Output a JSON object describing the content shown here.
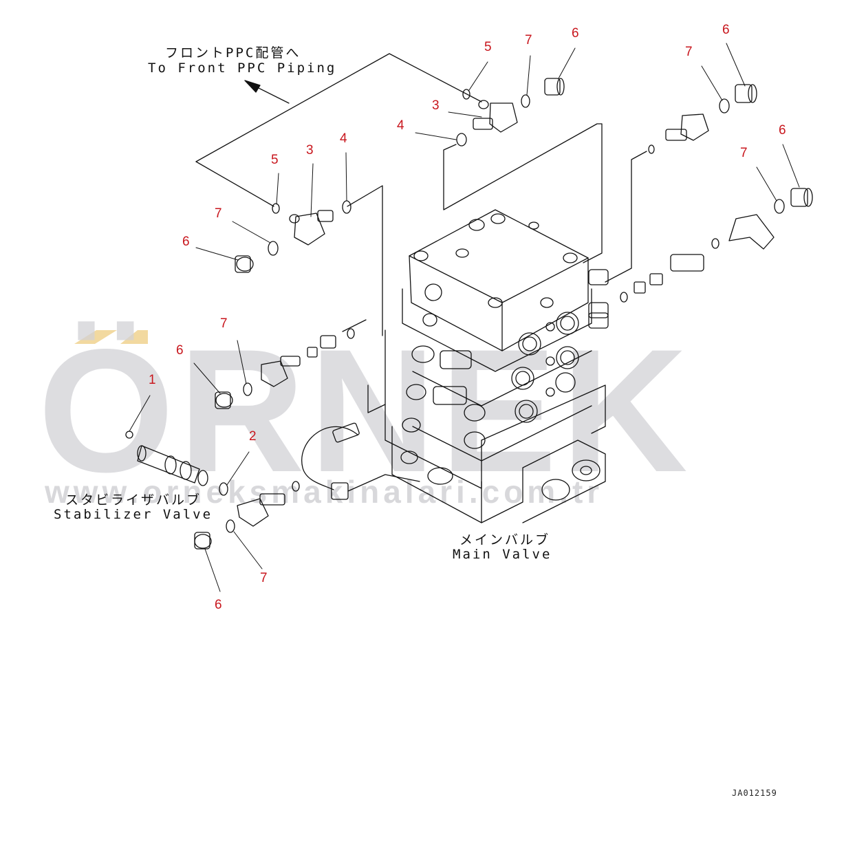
{
  "labels": {
    "front_ppc_jp": "フロントPPC配管へ",
    "front_ppc_en": "To Front PPC Piping",
    "stabilizer_jp": "スタビライザバルブ",
    "stabilizer_en": "Stabilizer Valve",
    "main_valve_jp": "メインバルブ",
    "main_valve_en": "Main Valve",
    "drawing_code": "JA012159"
  },
  "watermark": {
    "brand": "ÖRNEK",
    "url": "www.orneksmakinalari.com.tr"
  },
  "callouts": [
    {
      "id": "c1",
      "text": "1"
    },
    {
      "id": "c2",
      "text": "2"
    },
    {
      "id": "c3a",
      "text": "3"
    },
    {
      "id": "c3b",
      "text": "3"
    },
    {
      "id": "c4a",
      "text": "4"
    },
    {
      "id": "c4b",
      "text": "4"
    },
    {
      "id": "c5a",
      "text": "5"
    },
    {
      "id": "c5b",
      "text": "5"
    },
    {
      "id": "c6a",
      "text": "6"
    },
    {
      "id": "c6b",
      "text": "6"
    },
    {
      "id": "c6c",
      "text": "6"
    },
    {
      "id": "c6d",
      "text": "6"
    },
    {
      "id": "c6e",
      "text": "6"
    },
    {
      "id": "c6f",
      "text": "6"
    },
    {
      "id": "c7a",
      "text": "7"
    },
    {
      "id": "c7b",
      "text": "7"
    },
    {
      "id": "c7c",
      "text": "7"
    },
    {
      "id": "c7d",
      "text": "7"
    },
    {
      "id": "c7e",
      "text": "7"
    },
    {
      "id": "c7f",
      "text": "7"
    }
  ],
  "colors": {
    "callout": "#c8161d",
    "line": "#111111",
    "watermark": "#d2d2d6",
    "watermark_accent": "#f2d9a0"
  }
}
